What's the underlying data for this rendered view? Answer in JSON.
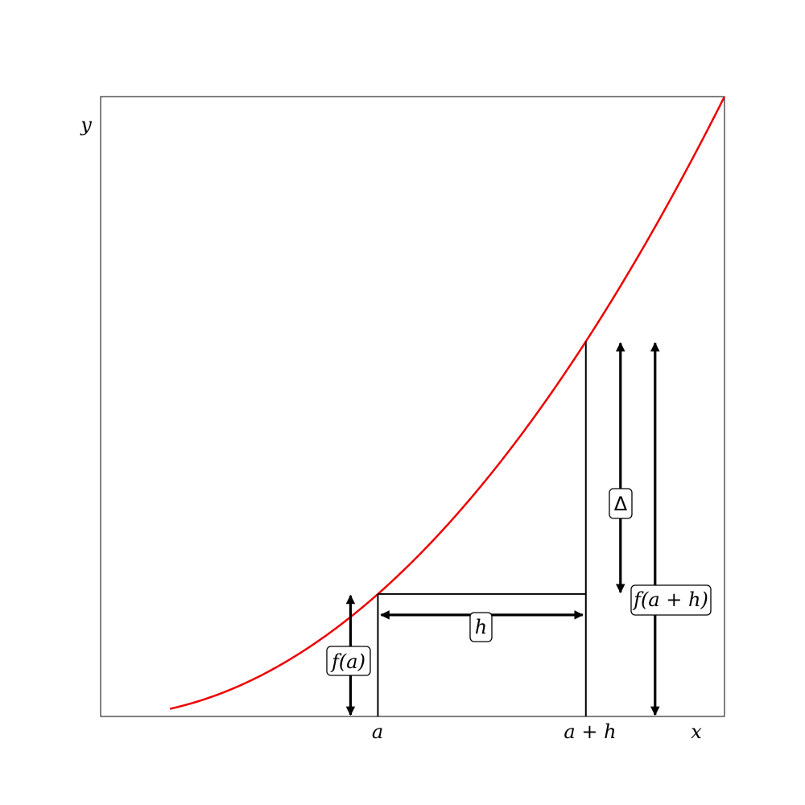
{
  "chart_data": {
    "type": "line",
    "title": "",
    "xlabel": "x",
    "ylabel": "y",
    "xlim": [
      0,
      9
    ],
    "ylim": [
      0,
      9
    ],
    "grid": false,
    "curve": {
      "color": "#ee0000",
      "function": "y = x^2 / 9",
      "x_range": [
        1,
        9
      ]
    },
    "points": {
      "a": 4,
      "a_plus_h": 7
    },
    "xtick_labels": [
      "a",
      "a + h"
    ],
    "annotations": {
      "f_a": "f(a)",
      "h": "h",
      "delta": "Δ",
      "f_a_plus_h": "f(a + h)"
    }
  }
}
